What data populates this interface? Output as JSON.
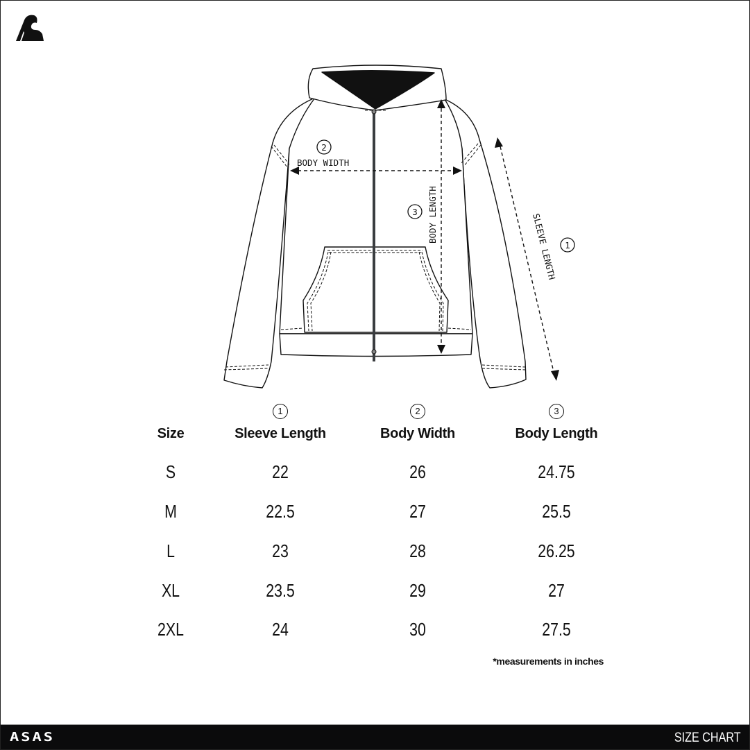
{
  "diagram": {
    "labels": {
      "sleeve_length": "SLEEVE LENGTH",
      "body_width": "BODY WIDTH",
      "body_length": "BODY LENGTH"
    },
    "markers": {
      "sleeve_length": "1",
      "body_width": "2",
      "body_length": "3"
    }
  },
  "table": {
    "columns": [
      {
        "label": "Size",
        "marker": ""
      },
      {
        "label": "Sleeve Length",
        "marker": "1"
      },
      {
        "label": "Body Width",
        "marker": "2"
      },
      {
        "label": "Body Length",
        "marker": "3"
      }
    ],
    "rows": [
      [
        "S",
        "22",
        "26",
        "24.75"
      ],
      [
        "M",
        "22.5",
        "27",
        "25.5"
      ],
      [
        "L",
        "23",
        "28",
        "26.25"
      ],
      [
        "XL",
        "23.5",
        "29",
        "27"
      ],
      [
        "2XL",
        "24",
        "30",
        "27.5"
      ]
    ],
    "note": "*measurements in inches"
  },
  "footer": {
    "brand": "ASAS",
    "title": "SIZE CHART"
  },
  "colors": {
    "ink": "#111111",
    "footer_bg": "#0b0b0c",
    "zipper": "#3a3d40"
  }
}
